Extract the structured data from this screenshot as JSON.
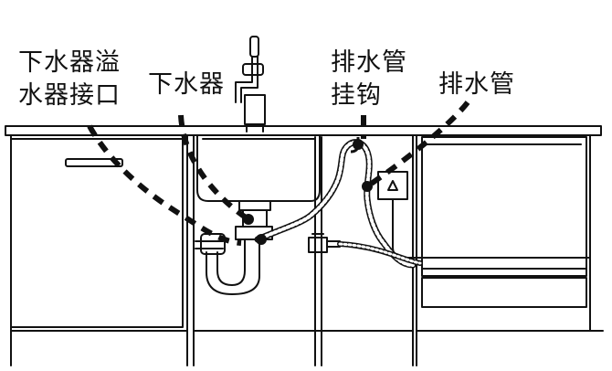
{
  "labels": {
    "overflow_connector": [
      "下水器溢",
      "水器接口"
    ],
    "drain": "下水器",
    "hose_hook": [
      "排水管",
      "挂钩"
    ],
    "drain_hose": "排水管"
  },
  "colors": {
    "line": "#111111",
    "background": "#ffffff",
    "callout": "#111111"
  }
}
